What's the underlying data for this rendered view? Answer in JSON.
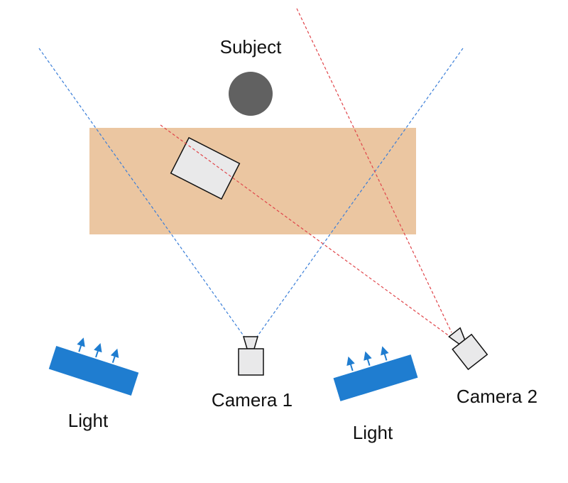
{
  "labels": {
    "subject": "Subject",
    "camera1": "Camera 1",
    "camera2": "Camera 2",
    "light_left": "Light",
    "light_right": "Light"
  },
  "colors": {
    "table": "#ebc6a1",
    "subject": "#616161",
    "card": "#e9e9ea",
    "light": "#1f7dd0",
    "camera1_sightline": "#3a7ed8",
    "camera2_sightline": "#e0454a",
    "outline": "#111111"
  }
}
